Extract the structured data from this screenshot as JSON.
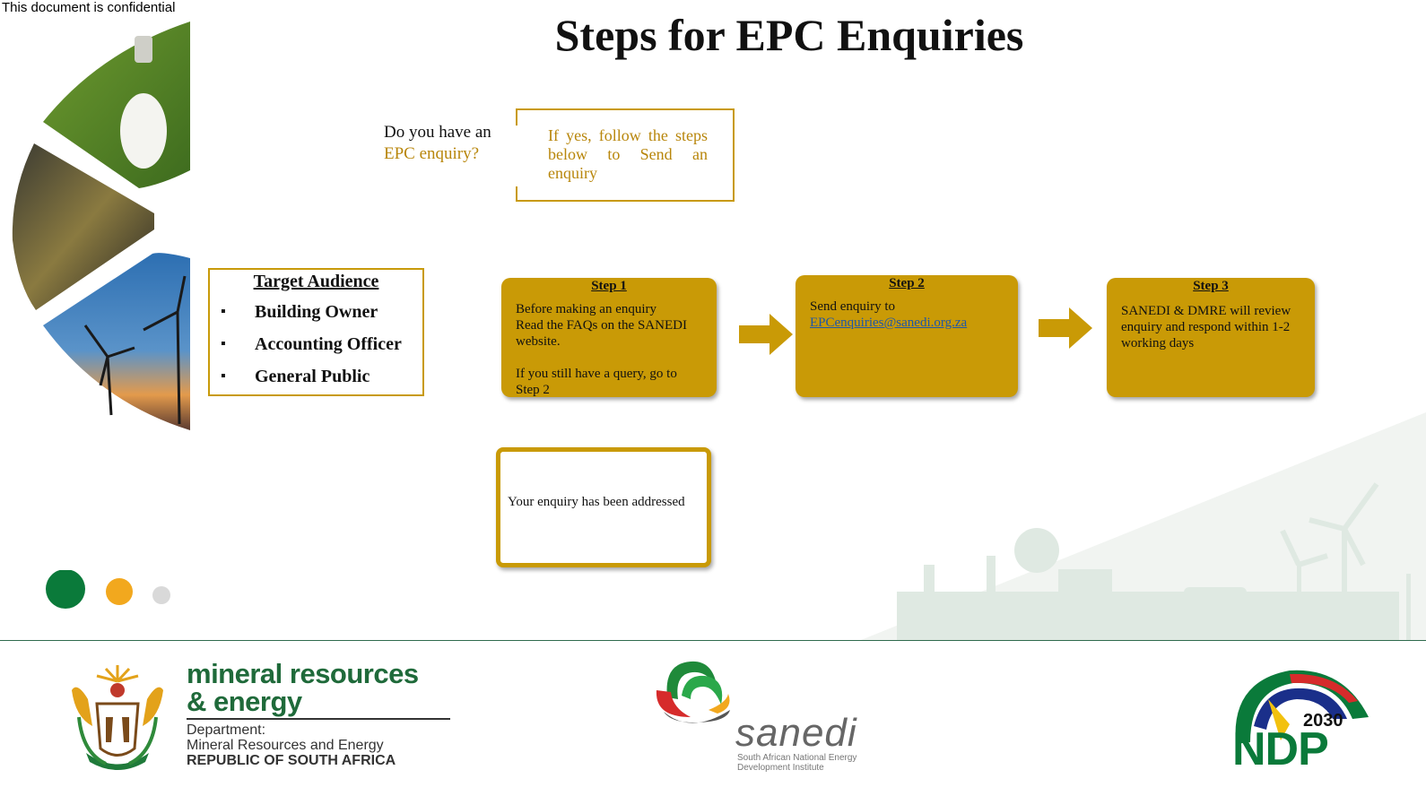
{
  "confidential_note": "This document is confidential",
  "title": "Steps for EPC Enquiries",
  "question": {
    "line1": "Do you have an",
    "line2": "EPC enquiry?"
  },
  "if_yes_text": "If yes, follow the steps below to Send an enquiry",
  "target_audience": {
    "heading": "Target Audience",
    "items": [
      "Building Owner",
      "Accounting Officer",
      "General Public"
    ]
  },
  "steps": [
    {
      "label": "Step 1",
      "lines": [
        "Before making an enquiry",
        "Read the FAQs on the SANEDI website.",
        "If you still have a query, go to Step 2"
      ]
    },
    {
      "label": "Step 2",
      "text": "Send enquiry  to",
      "email": "EPCenquiries@sanedi.org.za"
    },
    {
      "label": "Step 3",
      "text": "SANEDI & DMRE  will review enquiry and respond within 1-2 working days"
    }
  ],
  "addressed_text": "Your enquiry has been addressed",
  "footer": {
    "mre": {
      "line1": "mineral resources",
      "line2": "& energy",
      "dept": "Department:",
      "dept_name": "Mineral Resources and Energy",
      "country": "REPUBLIC OF SOUTH AFRICA"
    },
    "sanedi": {
      "word": "sanedi",
      "sub1": "South African National Energy",
      "sub2": "Development Institute"
    },
    "ndp": {
      "year": "2030",
      "word": "NDP"
    }
  },
  "colors": {
    "gold": "#c99a06",
    "gold_text": "#b8860b",
    "green": "#0a7a3a",
    "orange": "#f2a81e",
    "grey": "#d9d9d9"
  }
}
